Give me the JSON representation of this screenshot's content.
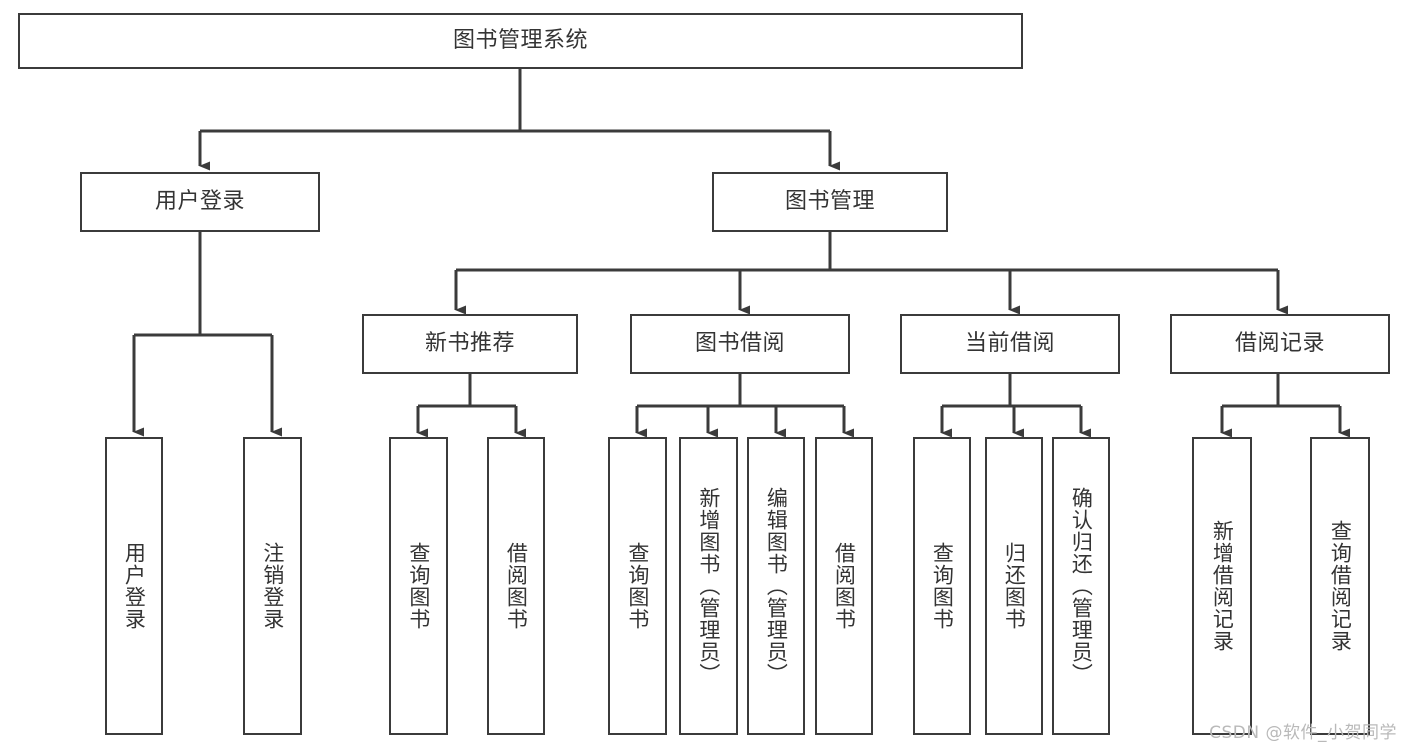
{
  "diagram": {
    "title": "图书管理系统",
    "type": "tree",
    "root": {
      "label": "图书管理系统"
    },
    "level2": [
      {
        "label": "用户登录"
      },
      {
        "label": "图书管理"
      }
    ],
    "level3": [
      {
        "label": "新书推荐"
      },
      {
        "label": "图书借阅"
      },
      {
        "label": "当前借阅"
      },
      {
        "label": "借阅记录"
      }
    ],
    "leaves": {
      "user_login": [
        {
          "label": "用户登录"
        },
        {
          "label": "注销登录"
        }
      ],
      "new_book_recommend": [
        {
          "label": "查询图书"
        },
        {
          "label": "借阅图书"
        }
      ],
      "book_borrow": [
        {
          "label": "查询图书"
        },
        {
          "label": "新增图书（管理员）"
        },
        {
          "label": "编辑图书（管理员）"
        },
        {
          "label": "借阅图书"
        }
      ],
      "current_borrow": [
        {
          "label": "查询图书"
        },
        {
          "label": "归还图书"
        },
        {
          "label": "确认归还（管理员）"
        }
      ],
      "borrow_record": [
        {
          "label": "新增借阅记录"
        },
        {
          "label": "查询借阅记录"
        }
      ]
    }
  },
  "watermark": {
    "text": "CSDN @软件_小贺同学"
  },
  "colors": {
    "stroke": "#3b3b3b",
    "text": "#343434",
    "background": "#ffffff",
    "watermark": "#b9b9b9"
  }
}
